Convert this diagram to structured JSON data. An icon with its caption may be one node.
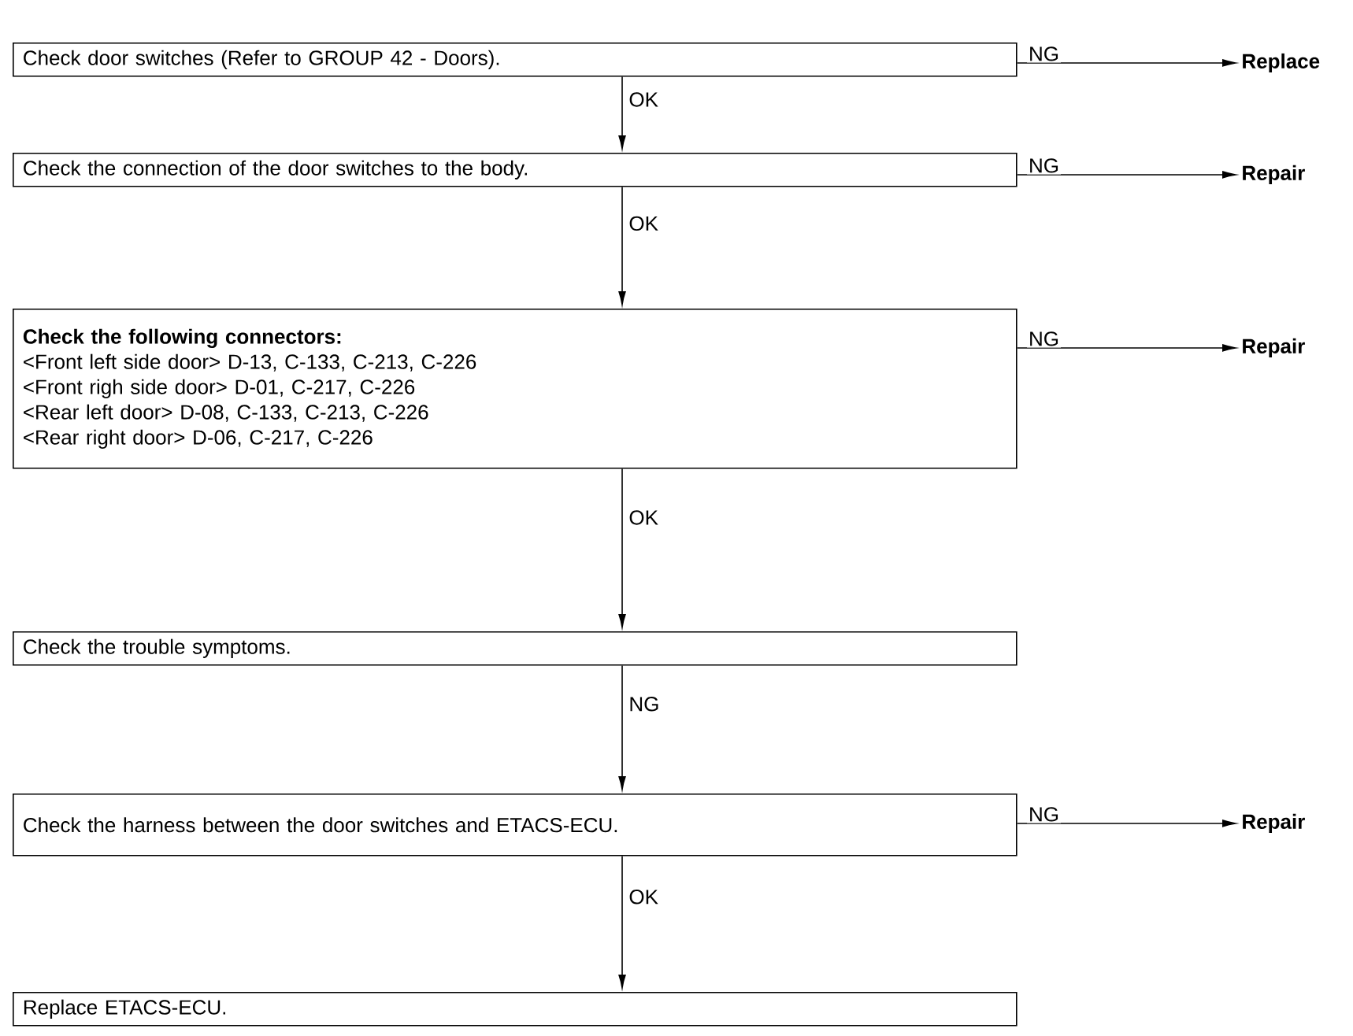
{
  "diagram": {
    "nodes": [
      {
        "text": [
          "Check door switches (Refer to GROUP 42 - Doors)."
        ]
      },
      {
        "text": [
          "Replace"
        ]
      },
      {
        "text": [
          "Check the connection of the door switches to the body."
        ]
      },
      {
        "text": [
          "Repair"
        ]
      },
      {
        "text": [
          "Check the following connectors:",
          "<Front left side door> D-13, C-133, C-213, C-226",
          "<Front righ side door> D-01, C-217, C-226",
          "<Rear left door> D-08, C-133, C-213, C-226",
          "<Rear right door> D-06, C-217, C-226"
        ]
      },
      {
        "text": [
          "Repair"
        ]
      },
      {
        "text": [
          "Check the trouble symptoms."
        ]
      },
      {
        "text": [
          "Check the harness between the door switches and ETACS-ECU."
        ]
      },
      {
        "text": [
          "Repair"
        ]
      },
      {
        "text": [
          "Replace ETACS-ECU."
        ]
      }
    ],
    "edges": [
      {
        "from": 0,
        "to": 1,
        "arrow": "to",
        "label": "NG"
      },
      {
        "from": 0,
        "to": 2,
        "arrow": "to",
        "label": "OK"
      },
      {
        "from": 2,
        "to": 3,
        "arrow": "to",
        "label": "NG"
      },
      {
        "from": 2,
        "to": 4,
        "arrow": "to",
        "label": "OK"
      },
      {
        "from": 4,
        "to": 5,
        "arrow": "to",
        "label": "NG"
      },
      {
        "from": 4,
        "to": 6,
        "arrow": "to",
        "label": "OK"
      },
      {
        "from": 6,
        "to": 7,
        "arrow": "to",
        "label": "NG"
      },
      {
        "from": 7,
        "to": 8,
        "arrow": "to",
        "label": "NG"
      },
      {
        "from": 7,
        "to": 9,
        "arrow": "to",
        "label": "OK"
      }
    ]
  }
}
